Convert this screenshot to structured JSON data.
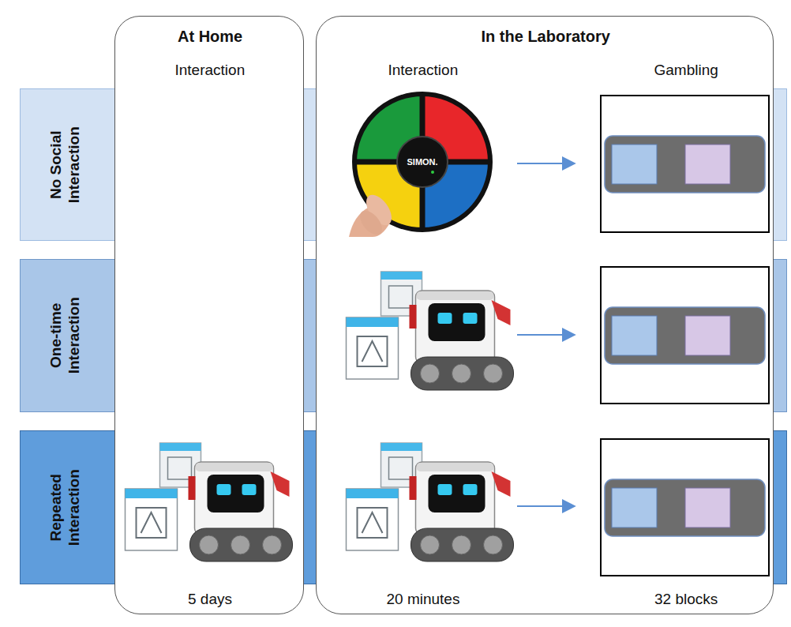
{
  "diagram": {
    "nodes": [
      {
        "text": [
          "At Home",
          "Interaction",
          "5 days"
        ]
      },
      {
        "text": [
          "In the Laboratory",
          "Interaction",
          "Gambling",
          "20 minutes",
          "32 blocks"
        ]
      },
      {
        "text": [
          "No Social Interaction"
        ]
      },
      {
        "text": [
          "One-time Interaction"
        ]
      },
      {
        "text": [
          "Repeated Interaction"
        ]
      }
    ],
    "labels": [
      "SIMON."
    ]
  }
}
